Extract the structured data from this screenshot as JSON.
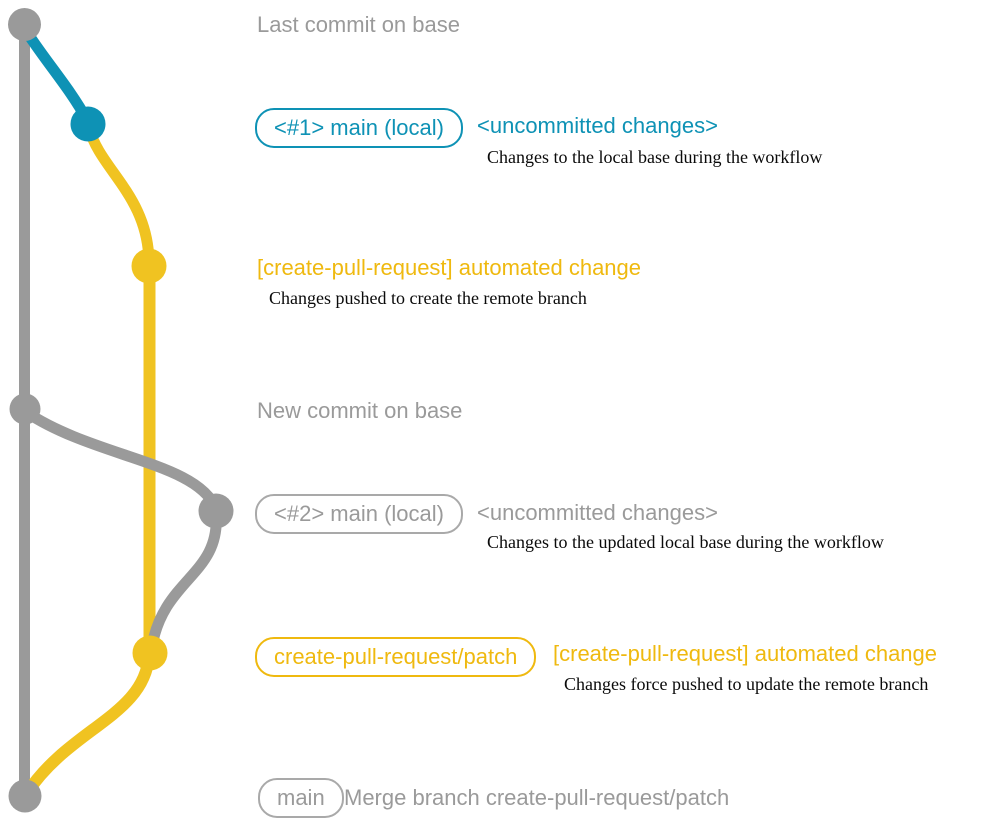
{
  "colors": {
    "gray": "#9a9a9a",
    "gray_border": "#a9a9a9",
    "blue": "#0e92b5",
    "yellow": "#f0c321",
    "yellow_text": "#efb90f",
    "desc": "#0a0a0a",
    "background": "#ffffff"
  },
  "annotations": {
    "last_commit_label": "Last commit on base",
    "branch1": {
      "badge": "<#1> main (local)",
      "status": "<uncommitted changes>",
      "description": "Changes to the local base during the workflow"
    },
    "push1": {
      "title": "[create-pull-request] automated change",
      "description": "Changes pushed to create the remote branch"
    },
    "new_commit_label": "New commit on base",
    "branch2": {
      "badge": "<#2> main (local)",
      "status": "<uncommitted changes>",
      "description": "Changes to the updated local base during the workflow"
    },
    "push2": {
      "badge": "create-pull-request/patch",
      "title": "[create-pull-request] automated change",
      "description": "Changes force pushed to update the remote branch"
    },
    "merge": {
      "badge": "main",
      "label": "Merge branch create-pull-request/patch"
    }
  }
}
